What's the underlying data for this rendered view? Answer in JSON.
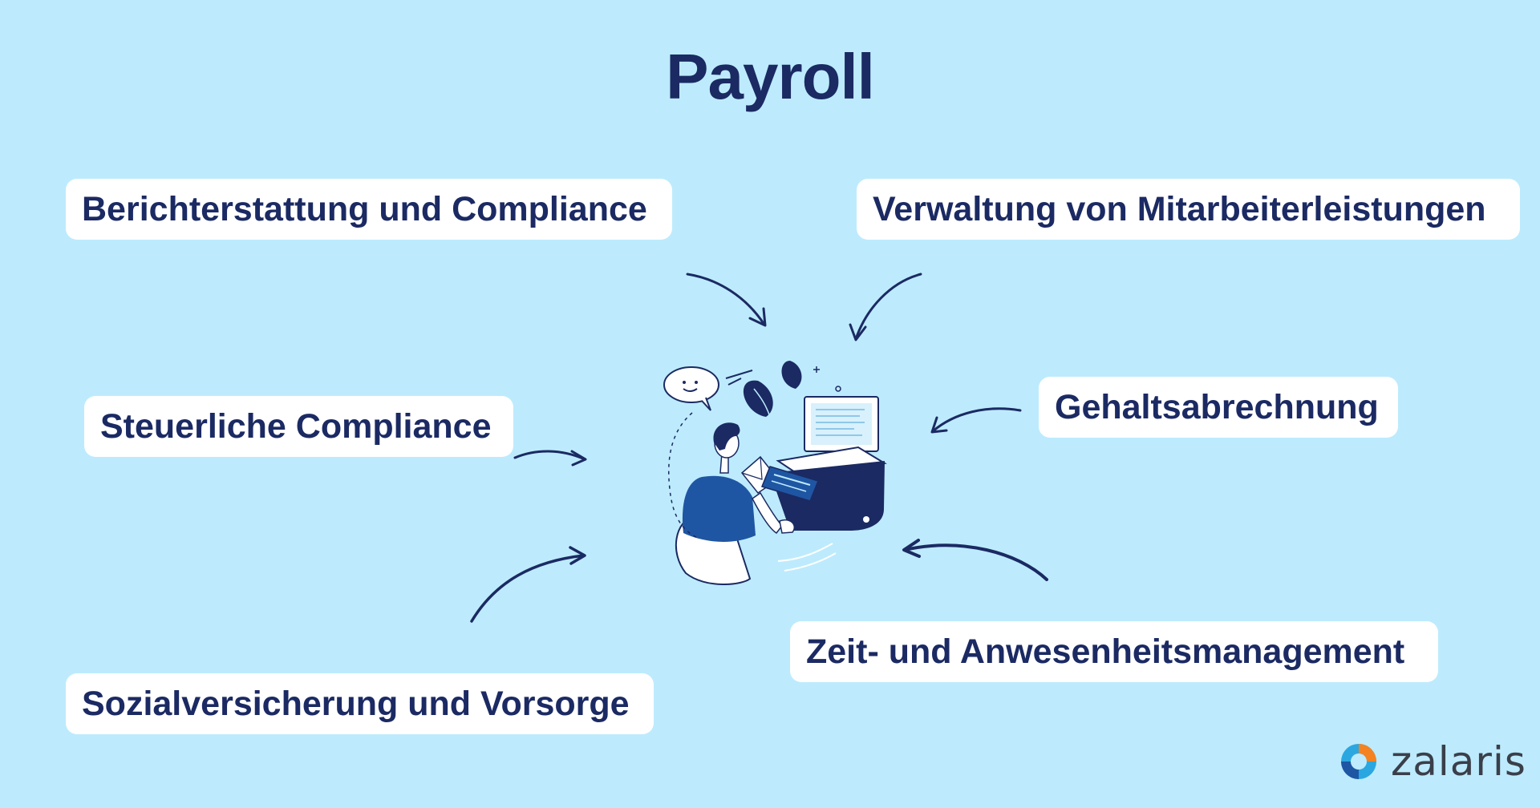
{
  "title": "Payroll",
  "nodes": [
    {
      "id": "reporting",
      "label": "Berichterstattung und Compliance"
    },
    {
      "id": "benefits",
      "label": "Verwaltung von Mitarbeiterleistungen"
    },
    {
      "id": "tax",
      "label": "Steuerliche Compliance"
    },
    {
      "id": "salary",
      "label": "Gehaltsabrechnung"
    },
    {
      "id": "time",
      "label": "Zeit- und Anwesenheitsmanagement"
    },
    {
      "id": "social",
      "label": "Sozialversicherung und Vorsorge"
    }
  ],
  "logo": {
    "text": "zalaris"
  },
  "colors": {
    "background": "#BDEBFD",
    "primary": "#1B2A63",
    "accent_blue": "#1F56A3",
    "pill_background": "#FFFFFF",
    "logo_orange": "#F58220",
    "logo_blue": "#2AA7E0"
  },
  "illustration": {
    "icon": "person-with-laptop-and-payslip-illustration"
  }
}
